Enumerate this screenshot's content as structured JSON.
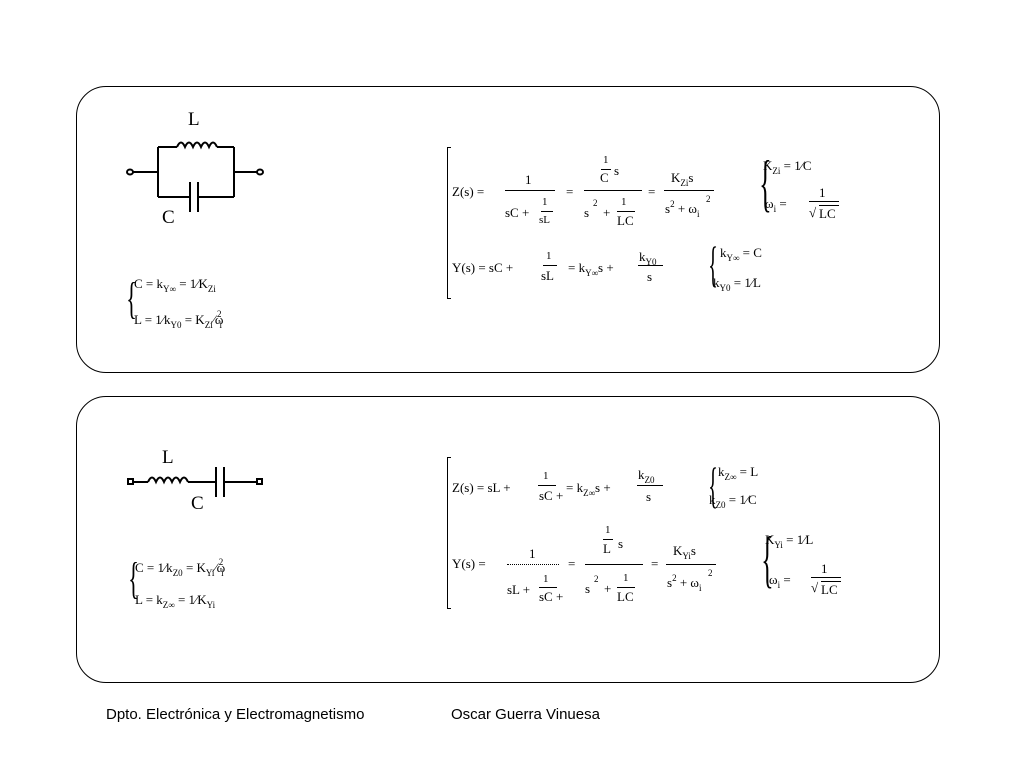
{
  "panel1": {
    "L": "L",
    "C": "C",
    "eqC": "C  =  k",
    "eqCsub": "Y∞",
    "eqCtail": " =  1⁄K",
    "eqCtailsub": "Zi",
    "eqL": "L  =  1⁄k",
    "eqLsub": "Y0",
    "eqLtail": " =  K",
    "eqLtailsub": "Zi",
    "eqLtail2": "⁄ω",
    "eqLtail2sub": "i",
    "eqLtail2sup": "2",
    "Zs": "Z(s)  =",
    "one": "1",
    "sC": "sC +",
    "sL": "sL",
    "eq": "=",
    "Cs": "C",
    "sVar": "s",
    "s2": "s",
    "two": "2",
    "plus": "+",
    "LC": "LC",
    "K": "K",
    "Zi": "Zi",
    "omega": "ω",
    "i": "i",
    "KZi_eq": "K",
    "KZi_val": "=  1⁄C",
    "omega_eq": "=",
    "Ys": "Y(s)  =  sC +",
    "k": "k",
    "Yinf": "Y∞",
    "Y0": "Y0",
    "kYinf_val": "=  C",
    "kY0_val": "=  1⁄L"
  },
  "panel2": {
    "L": "L",
    "C": "C",
    "eqC": "C  =  1⁄k",
    "eqCsub": "Z0",
    "eqCtail": " =  K",
    "eqCtailsub": "Yi",
    "eqCtail2": "⁄ω",
    "eqCtail2sub": "i",
    "eqCtail2sup": "2",
    "eqL": "L  =  k",
    "eqLsub": "Z∞",
    "eqLtail": " =  1⁄K",
    "eqLtailsub": "Yi",
    "Zs": "Z(s)  =  sL +",
    "Zinf": "Z∞",
    "Z0": "Z0",
    "kZinf_val": "=  L",
    "kZ0_val": "=  1⁄C",
    "Ys": "Y(s)  =",
    "sL": "sL +",
    "Yi": "Yi",
    "KYi_val": "=  1⁄L"
  },
  "footer": {
    "dept": "Dpto. Electrónica y Electromagnetismo",
    "author": "Oscar Guerra Vinuesa"
  }
}
